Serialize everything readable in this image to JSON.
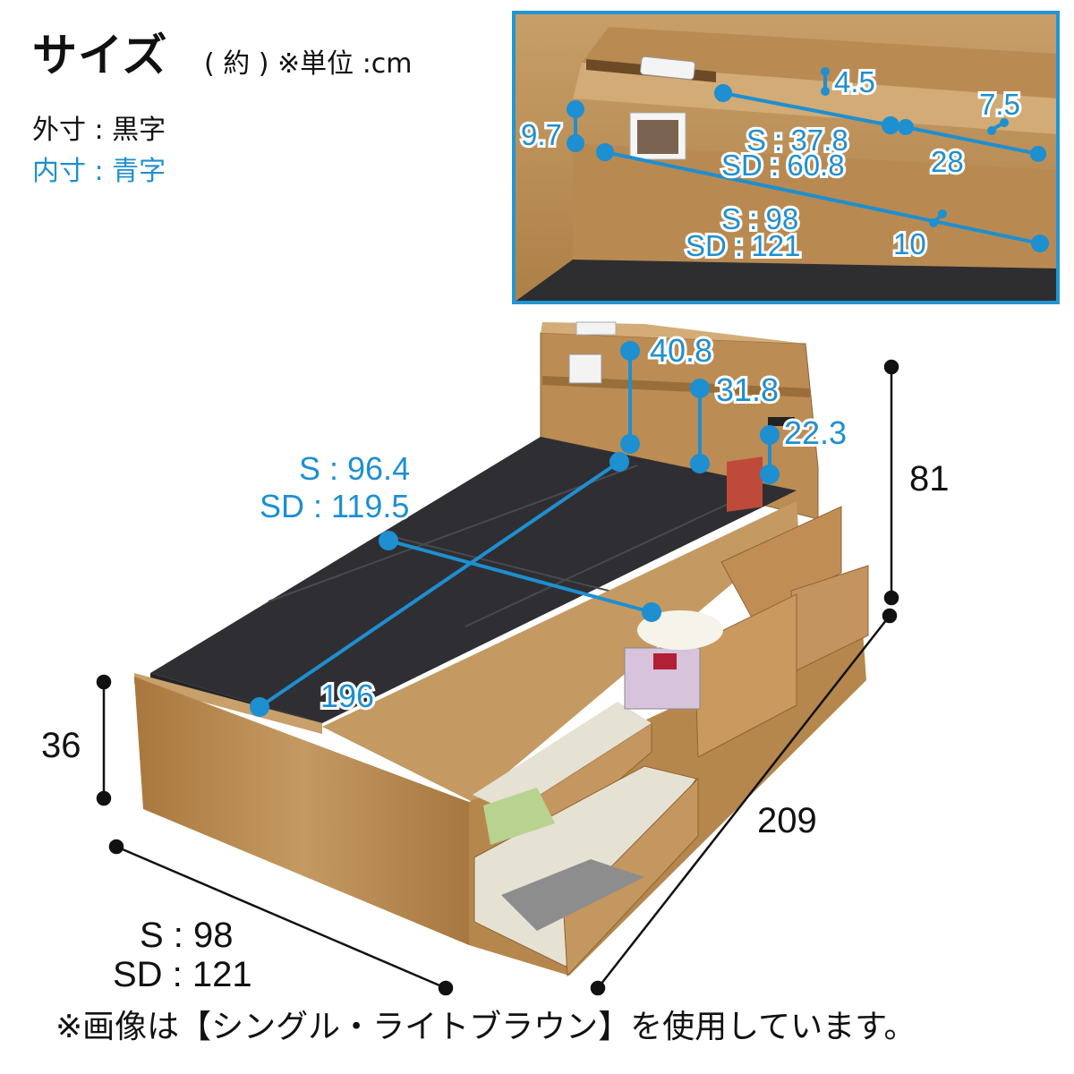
{
  "header": {
    "title": "サイズ",
    "subtitle": "( 約 ) ※単位 :cm",
    "legend_outer": "外寸 : 黒字",
    "legend_inner": "内寸 : 青字"
  },
  "colors": {
    "accent_blue": "#1e8fd0",
    "inset_border": "#2196d3",
    "wood": "#b9894f",
    "panel_dark": "#2f2f33"
  },
  "inset": {
    "h_top": "4.5",
    "h_side": "7.5",
    "h_front": "9.7",
    "w_top_s": "S : 37.8",
    "w_top_sd": "SD : 60.8",
    "w_top_right": "28",
    "w_mid_s": "S : 98",
    "w_mid_sd": "SD : 121",
    "d_mid": "10"
  },
  "main": {
    "h_40": "40.8",
    "h_31": "31.8",
    "h_22": "22.3",
    "inner_w_s": "S : 96.4",
    "inner_w_sd": "SD : 119.5",
    "inner_len": "196",
    "height_total": "81",
    "height_base": "36",
    "length_total": "209",
    "width_s": "S : 98",
    "width_sd": "SD : 121"
  },
  "footer": {
    "note": "※画像は【シングル・ライトブラウン】を使用しています。"
  }
}
